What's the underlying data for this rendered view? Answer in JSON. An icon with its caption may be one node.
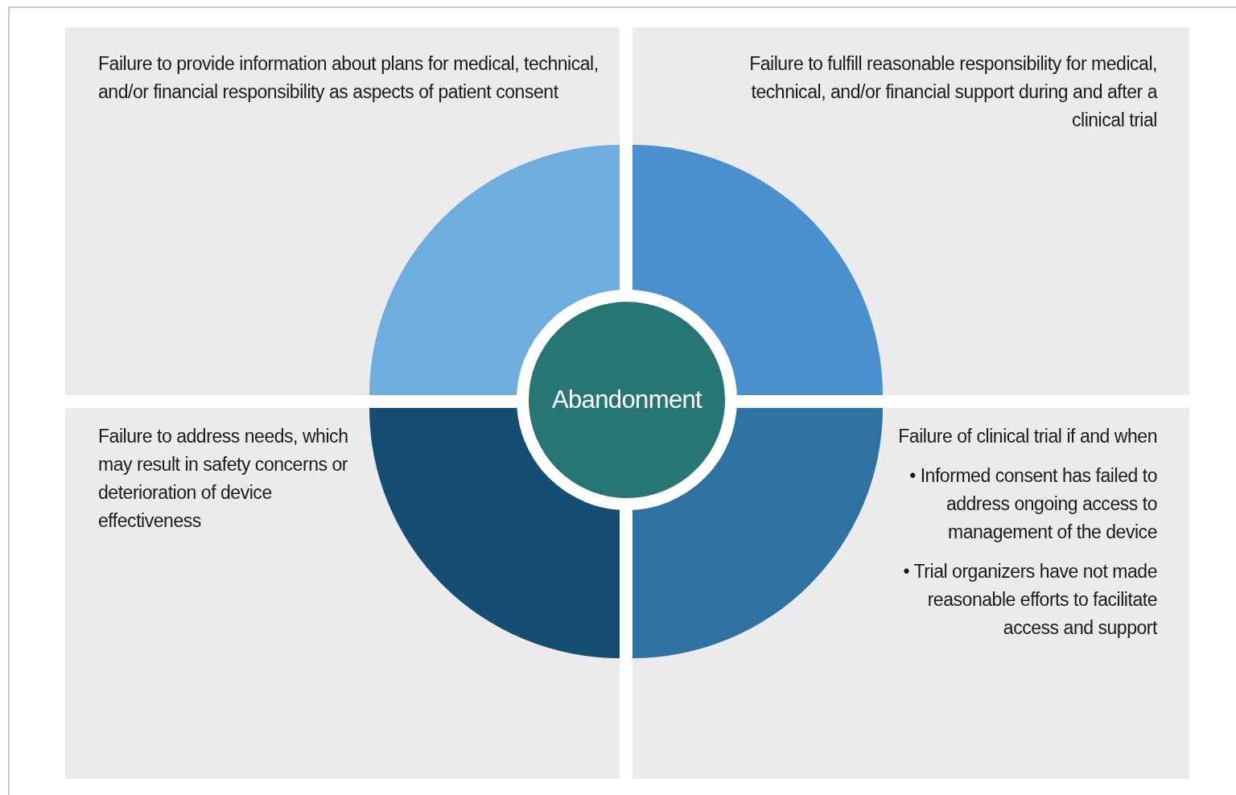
{
  "diagram": {
    "nodes": [
      {
        "text": [
          "Failure to provide information about plans for medical, technical, and/or financial responsibility as aspects of patient consent"
        ]
      },
      {
        "text": [
          "Failure to fulfill reasonable responsibility for medical, technical, and/or financial support during and after a clinical trial"
        ]
      },
      {
        "text": [
          "Abandonment"
        ]
      },
      {
        "text": [
          "Failure to address needs, which may result in safety concerns or deterioration of device effectiveness"
        ]
      },
      {
        "text": [
          "Failure of clinical trial if and when",
          "• Informed consent has failed to address ongoing access to management of the device",
          "• Trial organizers have not made reasonable efforts to facilitate access and support"
        ]
      }
    ],
    "edges": []
  }
}
